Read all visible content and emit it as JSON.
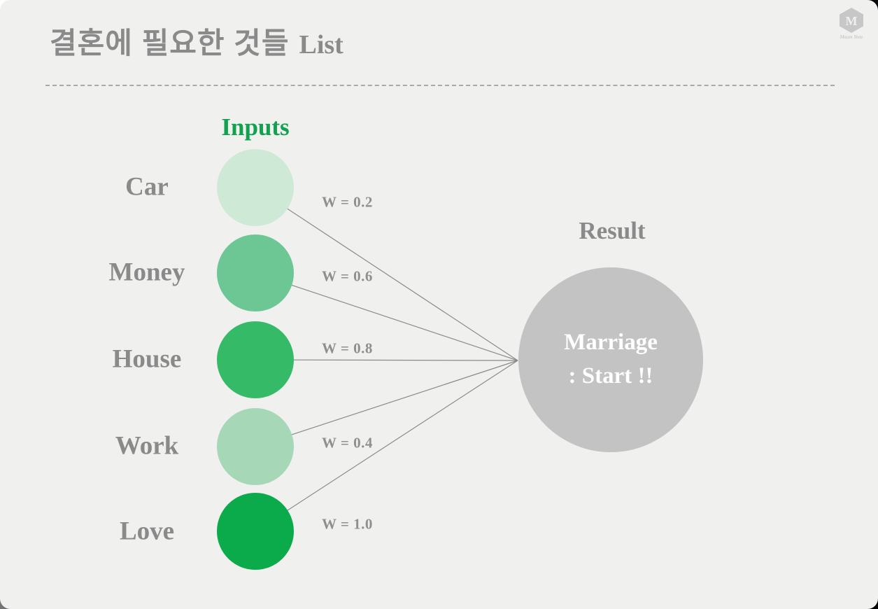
{
  "header": {
    "title_korean": "결혼에 필요한 것들",
    "title_suffix": "List"
  },
  "logo": {
    "monogram": "M",
    "wordmark": "Maum Note"
  },
  "diagram": {
    "inputs_heading": "Inputs",
    "result_heading": "Result",
    "result_node": {
      "line1": "Marriage",
      "line2": ": Start !!"
    },
    "nodes": [
      {
        "label": "Car",
        "weight": "W = 0.2",
        "color": "#cfe9d7"
      },
      {
        "label": "Money",
        "weight": "W = 0.6",
        "color": "#6dc795"
      },
      {
        "label": "House",
        "weight": "W = 0.8",
        "color": "#35ba68"
      },
      {
        "label": "Work",
        "weight": "W = 0.4",
        "color": "#a6d8b8"
      },
      {
        "label": "Love",
        "weight": "W = 1.0",
        "color": "#0baa4b"
      }
    ],
    "colors": {
      "inputs_heading_green": "#12a150",
      "result_node_gray": "#c3c3c3",
      "connection_line_gray": "#8a8a8a",
      "label_gray": "#8a8a8a"
    }
  }
}
